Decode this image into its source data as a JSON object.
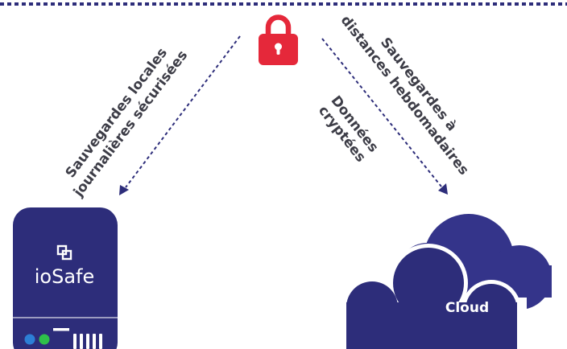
{
  "labels": {
    "local_line1": "Sauvegardes locales",
    "local_line2": "journalières sécurisées",
    "remote_line1": "Sauvegardes à",
    "remote_line2": "distances hebdomadaires",
    "encrypted_line1": "Données",
    "encrypted_line2": "cryptées"
  },
  "device": {
    "brand": "ioSafe",
    "logo_icon": "iosafe-logo-icon"
  },
  "cloud": {
    "label": "Cloud",
    "icon": "cloud-icon"
  },
  "lock": {
    "icon": "padlock-icon"
  },
  "colors": {
    "navy": "#2d2d7a",
    "lock_red": "#e5283a",
    "text_gray": "#3d3d47",
    "led_blue": "#2d7fd6",
    "led_green": "#2ec04a"
  }
}
